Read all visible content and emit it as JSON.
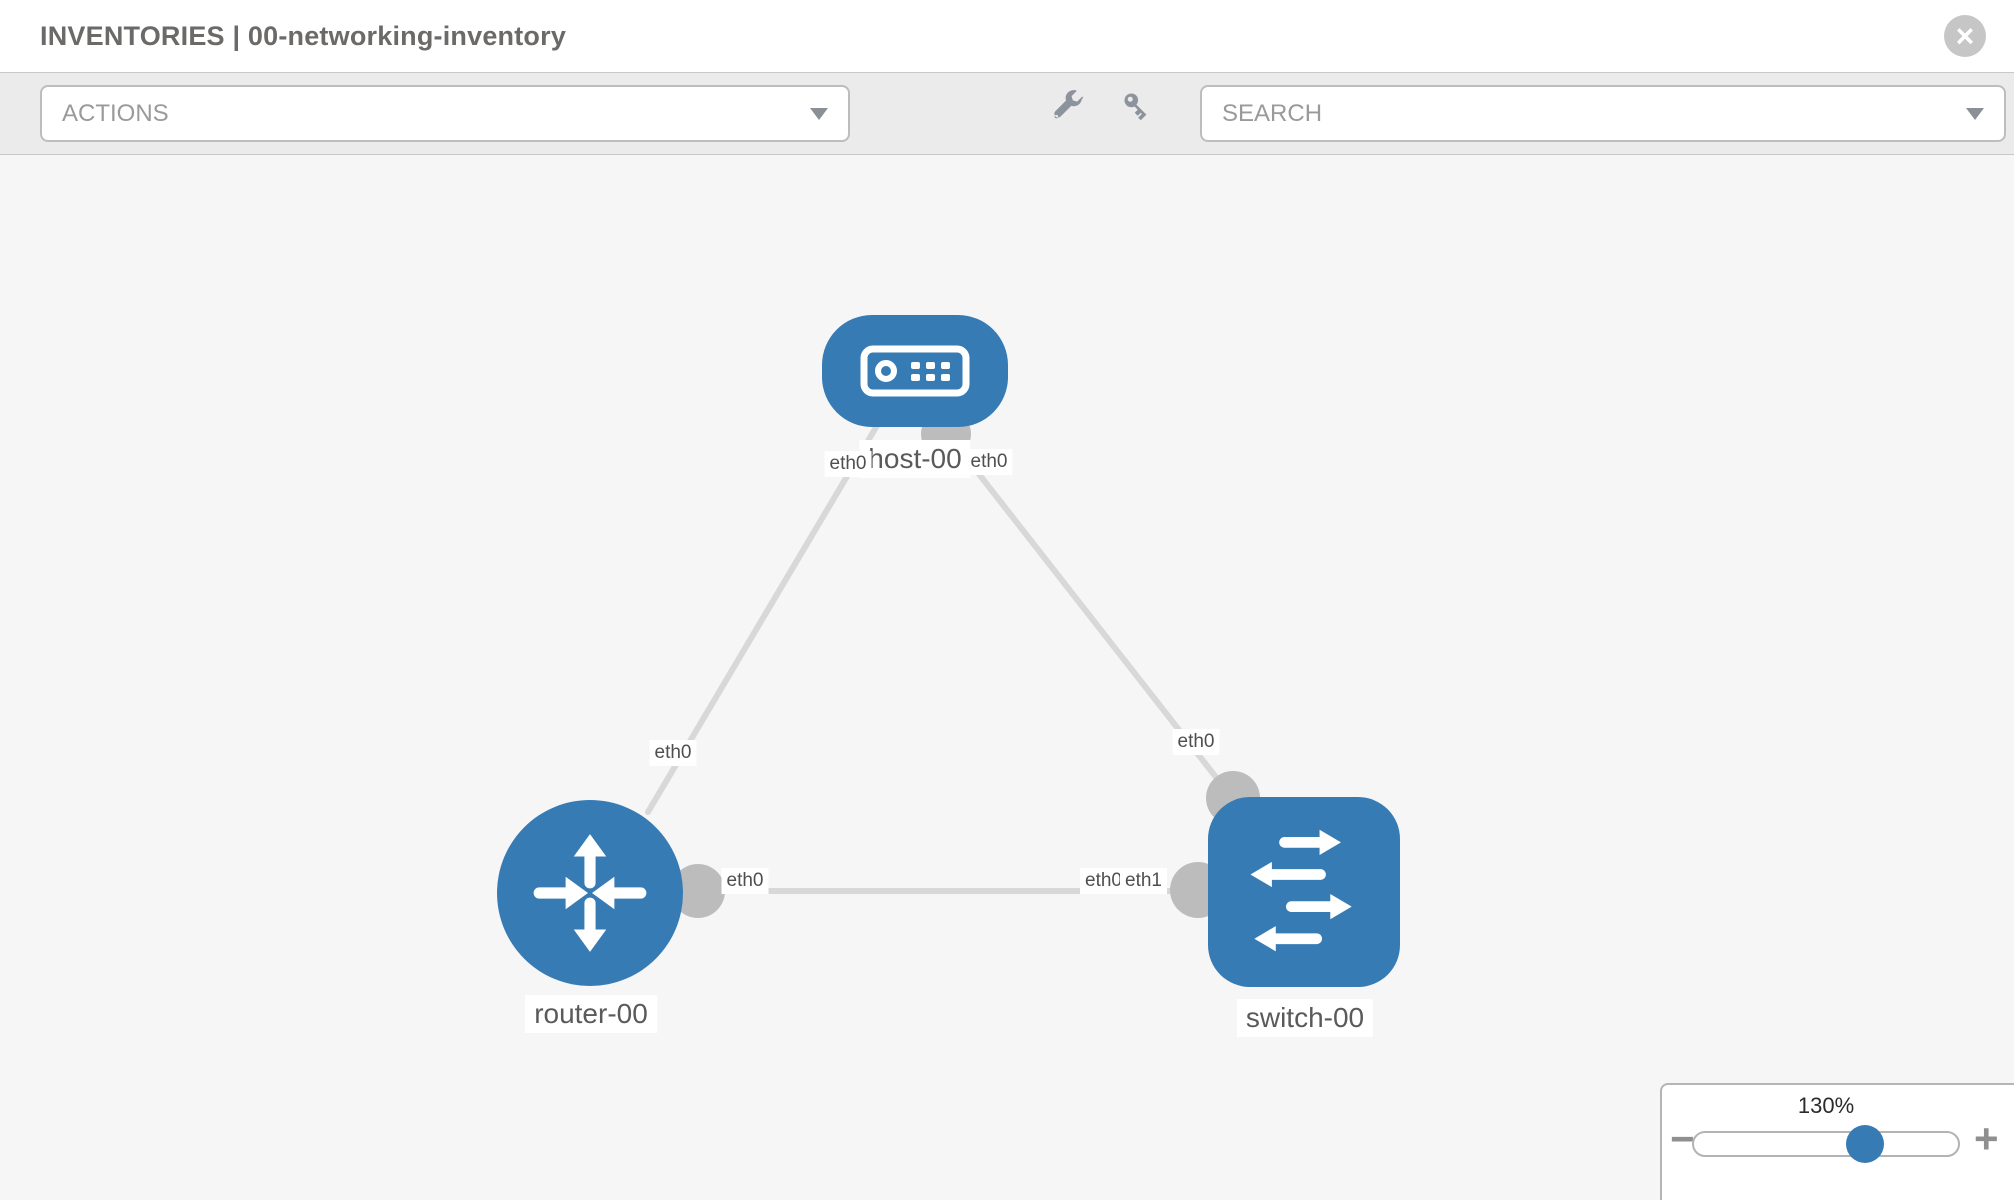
{
  "header": {
    "title": "INVENTORIES | 00-networking-inventory"
  },
  "toolbar": {
    "actions_label": "ACTIONS",
    "search_placeholder": "SEARCH"
  },
  "icons": {
    "close": "×",
    "minus": "−",
    "plus": "+",
    "wrench": "wrench-icon",
    "key": "key-icon",
    "caret": "chevron-down"
  },
  "graph": {
    "nodes": [
      {
        "label": "host-00",
        "type": "host"
      },
      {
        "label": "router-00",
        "type": "router"
      },
      {
        "label": "switch-00",
        "type": "switch"
      }
    ],
    "iface_labels": [
      {
        "text": "eth0"
      },
      {
        "text": "eth0"
      },
      {
        "text": "eth0"
      },
      {
        "text": "eth0"
      },
      {
        "text": "eth0"
      },
      {
        "text": "eth0"
      },
      {
        "text": "eth1"
      }
    ],
    "links": [
      {
        "source": "host-00",
        "source_iface": "eth0",
        "target": "router-00",
        "target_iface": "eth0"
      },
      {
        "source": "host-00",
        "source_iface": "eth0",
        "target": "switch-00",
        "target_iface": "eth0"
      },
      {
        "source": "router-00",
        "source_iface": "eth0",
        "target": "switch-00",
        "target_iface": "eth1"
      }
    ]
  },
  "zoom_control": {
    "level": "130%"
  },
  "colors": {
    "node_blue": "#377bb5",
    "edge_gray": "#d8d8d8",
    "interface_dot_gray": "#bcbcbc",
    "toolbar_bg": "#ebebeb",
    "canvas_bg": "#f6f6f6"
  }
}
